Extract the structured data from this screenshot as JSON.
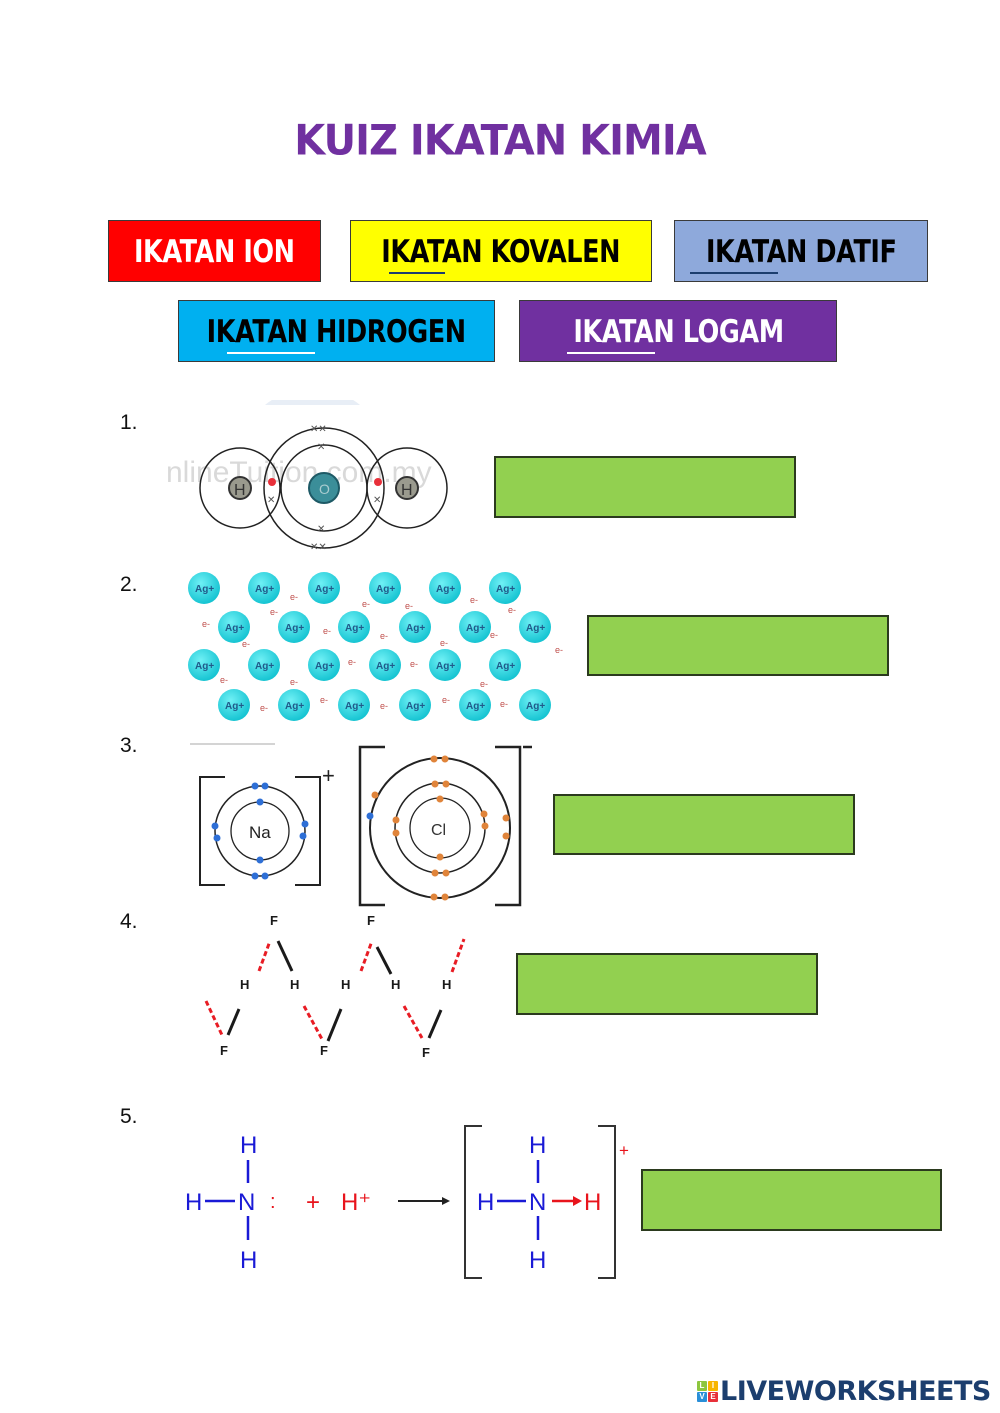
{
  "title": "KUIZ IKATAN KIMIA",
  "labels": [
    {
      "text": "IKATAN ION",
      "bg": "#ff0000",
      "color": "#ffffff"
    },
    {
      "text": "IKATAN KOVALEN",
      "bg": "#ffff00",
      "color": "#000000"
    },
    {
      "text": "IKATAN DATIF",
      "bg": "#8ea9db",
      "color": "#000000"
    },
    {
      "text": "IKATAN HIDROGEN",
      "bg": "#00b0f0",
      "color": "#000000"
    },
    {
      "text": "IKATAN LOGAM",
      "bg": "#7030a0",
      "color": "#ffffff"
    }
  ],
  "questions": [
    {
      "number": "1.",
      "diagram": "water-molecule-electron-dot",
      "watermark": "nlineTuition.com.my",
      "atoms": [
        "H",
        "O",
        "H"
      ],
      "answer": ""
    },
    {
      "number": "2.",
      "diagram": "silver-metallic-lattice",
      "ion_label": "Ag+",
      "electron_label": "e-",
      "answer": ""
    },
    {
      "number": "3.",
      "diagram": "sodium-chloride-ionic",
      "atoms": [
        "Na",
        "Cl"
      ],
      "charges": [
        "+",
        "-"
      ],
      "answer": ""
    },
    {
      "number": "4.",
      "diagram": "hydrogen-fluoride-chain",
      "atoms": [
        "F",
        "H"
      ],
      "answer": ""
    },
    {
      "number": "5.",
      "diagram": "ammonium-dative-bond",
      "reactant_1": "H—N:",
      "plus": "+",
      "reactant_2": "H⁺",
      "product_charge": "+",
      "answer": ""
    }
  ],
  "footer": {
    "logo_letters": [
      "L",
      "I",
      "V",
      "E"
    ],
    "logo_text": "LIVEWORKSHEETS"
  },
  "colors": {
    "answer_box": "#92d050",
    "title": "#7030a0",
    "ag_ion": "#2fd3dc",
    "na_electron": "#2e6fd6",
    "cl_electron": "#e0843a",
    "ammonia_blue": "#1a1ad6",
    "proton_red": "#e8141c"
  }
}
